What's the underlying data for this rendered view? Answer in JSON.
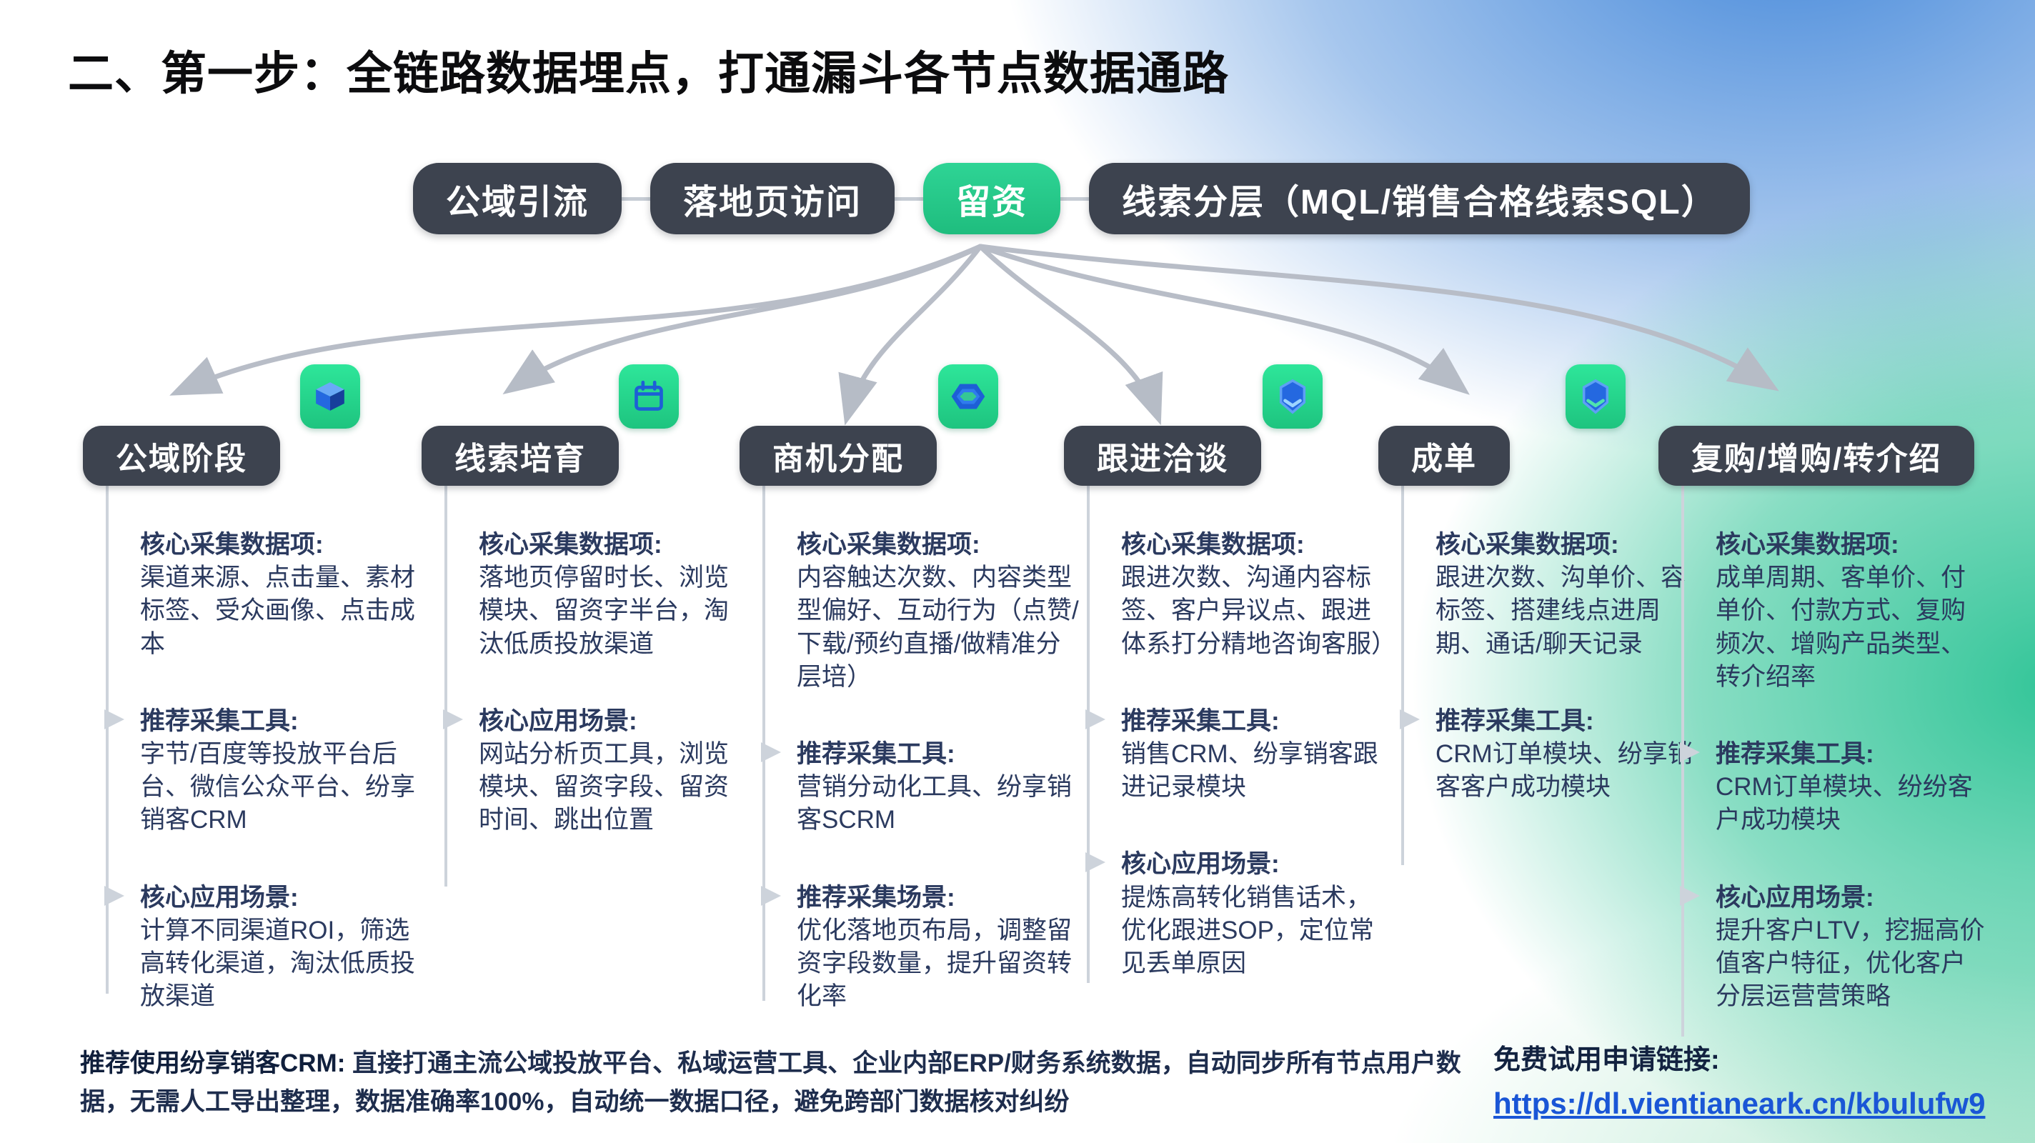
{
  "title": "二、第一步：全链路数据埋点，打通漏斗各节点数据通路",
  "funnel": {
    "stages": [
      {
        "label": "公域引流",
        "highlight": false
      },
      {
        "label": "落地页访问",
        "highlight": false
      },
      {
        "label": "留资",
        "highlight": true
      },
      {
        "label": "线索分层（MQL/销售合格线索SQL）",
        "highlight": false
      }
    ]
  },
  "columns": [
    {
      "header": "公域阶段",
      "icon": "cube-icon",
      "sections": [
        {
          "heading": "核心采集数据项:",
          "body": "渠道来源、点击量、素材标签、受众画像、点击成本"
        },
        {
          "heading": "推荐采集工具:",
          "body": "字节/百度等投放平台后台、微信公众平台、纷享销客CRM"
        },
        {
          "heading": "核心应用场景:",
          "body": "计算不同渠道ROI，筛选高转化渠道，淘汰低质投放渠道"
        }
      ]
    },
    {
      "header": "线索培育",
      "icon": "calendar-icon",
      "sections": [
        {
          "heading": "核心采集数据项:",
          "body": "落地页停留时长、浏览模块、留资字半台，淘汰低质投放渠道"
        },
        {
          "heading": "核心应用场景:",
          "body": "网站分析页工具，浏览模块、留资字段、留资时间、跳出位置"
        }
      ]
    },
    {
      "header": "商机分配",
      "icon": "gem-icon",
      "sections": [
        {
          "heading": "核心采集数据项:",
          "body": "内容触达次数、内容类型型偏好、互动行为（点赞/下载/预约直播/做精准分层培）"
        },
        {
          "heading": "推荐采集工具:",
          "body": "营销分动化工具、纷享销客SCRM"
        },
        {
          "heading": "推荐采集场景:",
          "body": "优化落地页布局，调整留资字段数量，提升留资转化率"
        }
      ]
    },
    {
      "header": "跟进洽谈",
      "icon": "hexagon-shield-icon",
      "sections": [
        {
          "heading": "核心采集数据项:",
          "body": "跟进次数、沟通内容标签、客户异议点、跟进体系打分精地咨询客服）"
        },
        {
          "heading": "推荐采集工具:",
          "body": "销售CRM、纷享销客跟进记录模块"
        },
        {
          "heading": "核心应用场景:",
          "body": "提炼高转化销售话术，优化跟进SOP，定位常见丢单原因"
        }
      ]
    },
    {
      "header": "成单",
      "icon": "hexagon-shield-icon",
      "sections": [
        {
          "heading": "核心采集数据项:",
          "body": "跟进次数、沟单价、容标签、搭建线点进周期、通话/聊天记录"
        },
        {
          "heading": "推荐采集工具:",
          "body": "CRM订单模块、纷享销客客户成功模块"
        }
      ]
    },
    {
      "header": "复购/增购/转介绍",
      "icon": null,
      "sections": [
        {
          "heading": "核心采集数据项:",
          "body": "成单周期、客单价、付单价、付款方式、复购频次、增购产品类型、转介绍率"
        },
        {
          "heading": "推荐采集工具:",
          "body": "CRM订单模块、纷纷客户成功模块"
        },
        {
          "heading": "核心应用场景:",
          "body": "提升客户LTV，挖掘高价值客户特征，优化客户分层运营营策略"
        }
      ]
    }
  ],
  "footer": {
    "note_lead": "推荐使用纷享销客CRM:",
    "note_body": " 直接打通主流公域投放平台、私域运营工具、企业内部ERP/财务系统数据，自动同步所有节点用户数据，无需人工导出整理，数据准确率100%，自动统一数据口径，避免跨部门数据核对纠纷",
    "trial_label": "免费试用申请链接:",
    "trial_link": "https://dl.vientianeark.cn/kbulufw9"
  },
  "colors": {
    "accent_green": "#2BCB8C",
    "pill_dark": "#3D434F",
    "text_navy": "#2B3A5F",
    "link_blue": "#1A56D6",
    "arrow_gray": "#B8BDC7",
    "bg_blue": "#3B82D8",
    "bg_teal": "#2EC79B"
  }
}
